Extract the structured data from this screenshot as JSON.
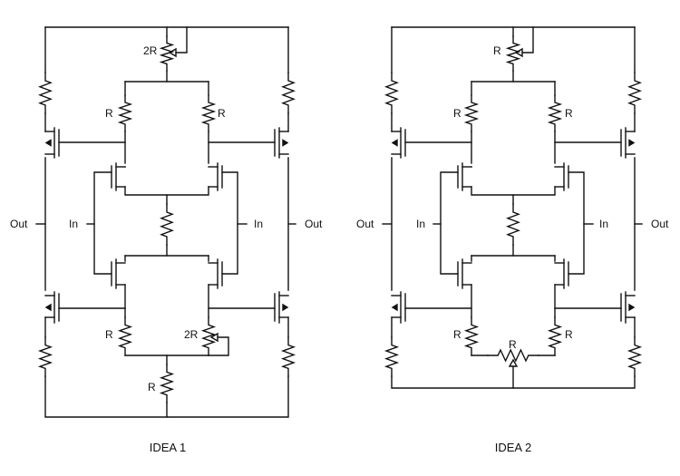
{
  "circuits": [
    {
      "caption": "IDEA 1",
      "labels": {
        "trim_top": "2R",
        "r_upper_left": "R",
        "r_upper_right": "R",
        "in_left": "In",
        "in_right": "In",
        "out_left": "Out",
        "out_right": "Out",
        "r_lower_left": "R",
        "trim_lower_right": "2R",
        "r_tail": "R"
      }
    },
    {
      "caption": "IDEA 2",
      "labels": {
        "trim_top": "R",
        "r_upper_left": "R",
        "r_upper_right": "R",
        "in_left": "In",
        "in_right": "In",
        "out_left": "Out",
        "out_right": "Out",
        "r_lower_left": "R",
        "r_lower_right": "R",
        "trim_bottom": "R"
      }
    }
  ]
}
